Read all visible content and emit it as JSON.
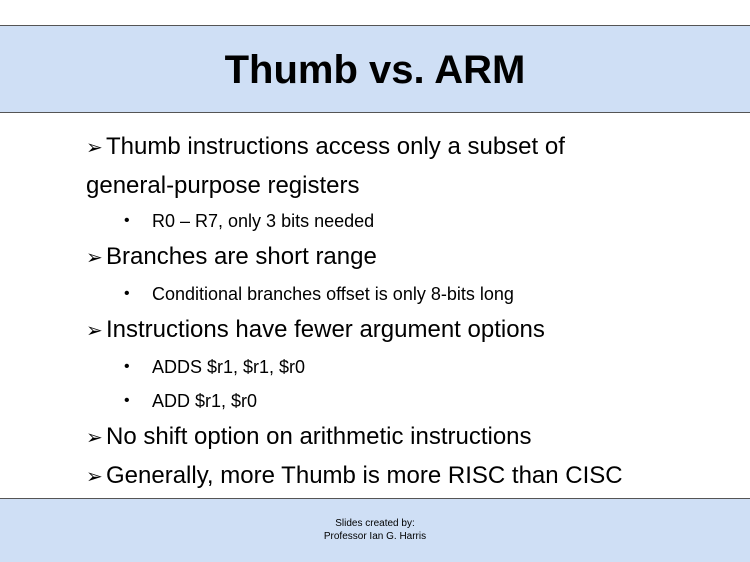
{
  "slide": {
    "title": "Thumb vs. ARM",
    "bullets": [
      {
        "text_line1": "Thumb instructions access only a subset of",
        "text_line2": "general-purpose registers",
        "sub": [
          "R0 – R7, only 3 bits needed"
        ]
      },
      {
        "text_line1": "Branches are short range",
        "sub": [
          "Conditional branches offset is only 8-bits long"
        ]
      },
      {
        "text_line1": "Instructions have fewer argument options",
        "sub": [
          "ADDS $r1, $r1, $r0",
          "ADD $r1, $r0"
        ]
      },
      {
        "text_line1": "No shift option on arithmetic instructions"
      },
      {
        "text_line1": "Generally, more Thumb is more RISC than CISC"
      }
    ],
    "arrow_glyph": "➢",
    "dot_glyph": "•"
  },
  "footer": {
    "line1": "Slides created by:",
    "line2": "Professor Ian G. Harris"
  },
  "colors": {
    "band": "#cfdff5",
    "text": "#000000",
    "rule": "#555555"
  }
}
